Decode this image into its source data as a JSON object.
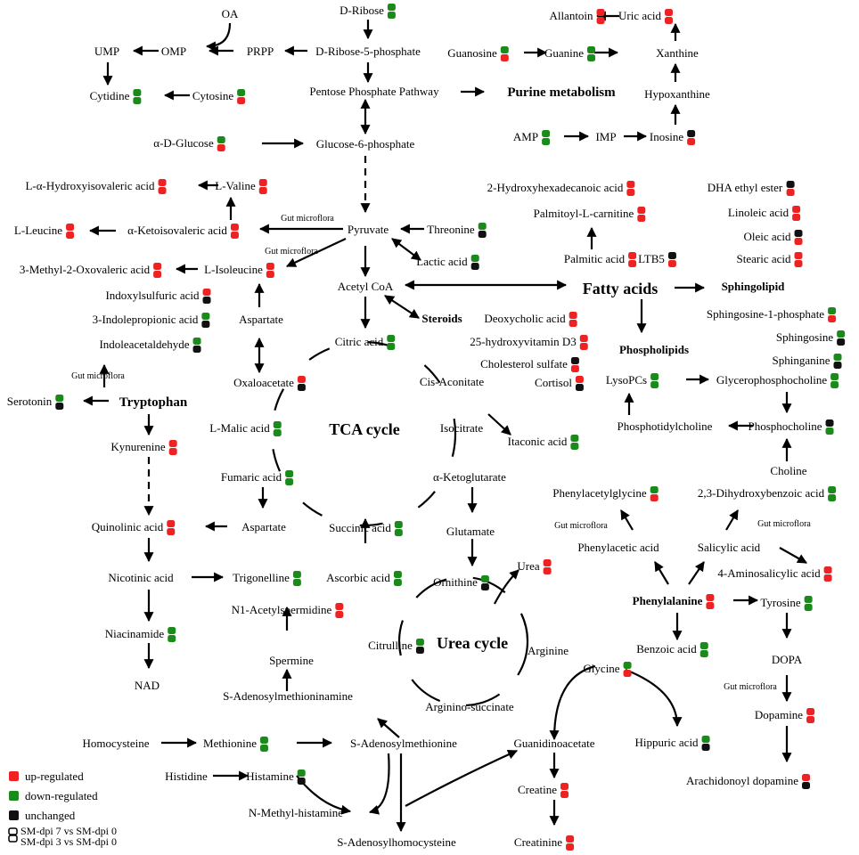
{
  "colors": {
    "up": "#ee2222",
    "down": "#1a8a1a",
    "unchanged": "#111111"
  },
  "metabolites": [
    {
      "id": "oa",
      "label": "OA"
    },
    {
      "id": "dribose",
      "label": "D-Ribose",
      "ind": [
        "down",
        "down"
      ]
    },
    {
      "id": "allantoin",
      "label": "Allantoin",
      "ind": [
        "up",
        "up"
      ]
    },
    {
      "id": "uricacid",
      "label": "Uric acid",
      "ind": [
        "up",
        "up"
      ]
    },
    {
      "id": "ump",
      "label": "UMP"
    },
    {
      "id": "omp",
      "label": "OMP"
    },
    {
      "id": "prpp",
      "label": "PRPP"
    },
    {
      "id": "dr5p",
      "label": "D-Ribose-5-phosphate"
    },
    {
      "id": "guanosine",
      "label": "Guanosine",
      "ind": [
        "down",
        "up"
      ]
    },
    {
      "id": "guanine",
      "label": "Guanine",
      "ind": [
        "down",
        "down"
      ]
    },
    {
      "id": "xanthine",
      "label": "Xanthine"
    },
    {
      "id": "cytidine",
      "label": "Cytidine",
      "ind": [
        "down",
        "down"
      ]
    },
    {
      "id": "cytosine",
      "label": "Cytosine",
      "ind": [
        "down",
        "up"
      ]
    },
    {
      "id": "ppp",
      "label": "Pentose Phosphate Pathway"
    },
    {
      "id": "hypoxanthine",
      "label": "Hypoxanthine"
    },
    {
      "id": "amp",
      "label": "AMP",
      "ind": [
        "down",
        "down"
      ]
    },
    {
      "id": "imp",
      "label": "IMP"
    },
    {
      "id": "inosine",
      "label": "Inosine",
      "ind": [
        "unchanged",
        "up"
      ]
    },
    {
      "id": "adglucose",
      "label": "α-D-Glucose",
      "ind": [
        "down",
        "up"
      ]
    },
    {
      "id": "g6p",
      "label": "Glucose-6-phosphate"
    },
    {
      "id": "lahiv",
      "label": "L-α-Hydroxyisovaleric acid",
      "ind": [
        "up",
        "up"
      ]
    },
    {
      "id": "lvaline",
      "label": "L-Valine",
      "ind": [
        "up",
        "up"
      ]
    },
    {
      "id": "hhda",
      "label": "2-Hydroxyhexadecanoic acid",
      "ind": [
        "up",
        "up"
      ]
    },
    {
      "id": "dha",
      "label": "DHA ethyl ester",
      "ind": [
        "unchanged",
        "up"
      ]
    },
    {
      "id": "palcarn",
      "label": "Palmitoyl-L-carnitine",
      "ind": [
        "up",
        "up"
      ]
    },
    {
      "id": "linoleic",
      "label": "Linoleic acid",
      "ind": [
        "up",
        "up"
      ]
    },
    {
      "id": "lleucine",
      "label": "L-Leucine",
      "ind": [
        "up",
        "up"
      ]
    },
    {
      "id": "akiv",
      "label": "α-Ketoisovaleric acid",
      "ind": [
        "up",
        "up"
      ]
    },
    {
      "id": "pyruvate",
      "label": "Pyruvate"
    },
    {
      "id": "threonine",
      "label": "Threonine",
      "ind": [
        "down",
        "unchanged"
      ]
    },
    {
      "id": "oleic",
      "label": "Oleic acid",
      "ind": [
        "unchanged",
        "up"
      ]
    },
    {
      "id": "mova",
      "label": "3-Methyl-2-Oxovaleric acid",
      "ind": [
        "up",
        "up"
      ]
    },
    {
      "id": "lisoleucine",
      "label": "L-Isoleucine",
      "ind": [
        "up",
        "up"
      ]
    },
    {
      "id": "lactic",
      "label": "Lactic acid",
      "ind": [
        "down",
        "unchanged"
      ]
    },
    {
      "id": "palmitic",
      "label": "Palmitic acid",
      "ind": [
        "up",
        "up"
      ]
    },
    {
      "id": "ltb5",
      "label": "LTB5",
      "ind": [
        "unchanged",
        "up"
      ]
    },
    {
      "id": "stearic",
      "label": "Stearic acid",
      "ind": [
        "up",
        "up"
      ]
    },
    {
      "id": "indoxyl",
      "label": "Indoxylsulfuric acid",
      "ind": [
        "up",
        "unchanged"
      ]
    },
    {
      "id": "acetylcoa",
      "label": "Acetyl CoA"
    },
    {
      "id": "indoleprop",
      "label": "3-Indolepropionic acid",
      "ind": [
        "down",
        "unchanged"
      ]
    },
    {
      "id": "aspartate1",
      "label": "Aspartate"
    },
    {
      "id": "deoxycholic",
      "label": "Deoxycholic acid",
      "ind": [
        "up",
        "up"
      ]
    },
    {
      "id": "s1p",
      "label": "Sphingosine-1-phosphate",
      "ind": [
        "down",
        "up"
      ]
    },
    {
      "id": "indoleacet",
      "label": "Indoleacetaldehyde",
      "ind": [
        "down",
        "unchanged"
      ]
    },
    {
      "id": "citric",
      "label": "Citric acid",
      "ind": [
        "down",
        "down"
      ]
    },
    {
      "id": "vitd3",
      "label": "25-hydroxyvitamin D3",
      "ind": [
        "up",
        "up"
      ]
    },
    {
      "id": "sphingosine",
      "label": "Sphingosine",
      "ind": [
        "down",
        "unchanged"
      ]
    },
    {
      "id": "cholsulf",
      "label": "Cholesterol sulfate",
      "ind": [
        "unchanged",
        "up"
      ]
    },
    {
      "id": "sphinganine",
      "label": "Sphinganine",
      "ind": [
        "down",
        "unchanged"
      ]
    },
    {
      "id": "serotonin",
      "label": "Serotonin",
      "ind": [
        "down",
        "unchanged"
      ]
    },
    {
      "id": "oxaloacetate",
      "label": "Oxaloacetate",
      "ind": [
        "up",
        "unchanged"
      ]
    },
    {
      "id": "cisaconitate",
      "label": "Cis-Aconitate"
    },
    {
      "id": "cortisol",
      "label": "Cortisol",
      "ind": [
        "up",
        "unchanged"
      ]
    },
    {
      "id": "lysopcs",
      "label": "LysoPCs",
      "ind": [
        "down",
        "down"
      ]
    },
    {
      "id": "gpc",
      "label": "Glycerophosphocholine",
      "ind": [
        "down",
        "down"
      ]
    },
    {
      "id": "lmalic",
      "label": "L-Malic acid",
      "ind": [
        "down",
        "down"
      ]
    },
    {
      "id": "isocitrate",
      "label": "Isocitrate"
    },
    {
      "id": "itaconic",
      "label": "Itaconic acid",
      "ind": [
        "down",
        "down"
      ]
    },
    {
      "id": "kynurenine",
      "label": "Kynurenine",
      "ind": [
        "up",
        "up"
      ]
    },
    {
      "id": "ptdcho",
      "label": "Phosphotidylcholine"
    },
    {
      "id": "phosphocholine",
      "label": "Phosphocholine",
      "ind": [
        "unchanged",
        "down"
      ]
    },
    {
      "id": "choline",
      "label": "Choline"
    },
    {
      "id": "fumaric",
      "label": "Fumaric acid",
      "ind": [
        "down",
        "down"
      ]
    },
    {
      "id": "akg",
      "label": "α-Ketoglutarate"
    },
    {
      "id": "phenacgly",
      "label": "Phenylacetylglycine",
      "ind": [
        "down",
        "up"
      ]
    },
    {
      "id": "dhba",
      "label": "2,3-Dihydroxybenzoic acid",
      "ind": [
        "down",
        "down"
      ]
    },
    {
      "id": "quinolinic",
      "label": "Quinolinic acid",
      "ind": [
        "up",
        "up"
      ]
    },
    {
      "id": "aspartate2",
      "label": "Aspartate"
    },
    {
      "id": "succinic",
      "label": "Succinic acid",
      "ind": [
        "down",
        "down"
      ]
    },
    {
      "id": "glutamate",
      "label": "Glutamate"
    },
    {
      "id": "phenacetic",
      "label": "Phenylacetic acid"
    },
    {
      "id": "salicylic",
      "label": "Salicylic acid"
    },
    {
      "id": "urea",
      "label": "Urea",
      "ind": [
        "up",
        "up"
      ]
    },
    {
      "id": "nicotinic",
      "label": "Nicotinic acid"
    },
    {
      "id": "trigonelline",
      "label": "Trigonelline",
      "ind": [
        "down",
        "down"
      ]
    },
    {
      "id": "ascorbic",
      "label": "Ascorbic acid",
      "ind": [
        "down",
        "down"
      ]
    },
    {
      "id": "ornithine",
      "label": "Ornithine",
      "ind": [
        "down",
        "unchanged"
      ]
    },
    {
      "id": "aminosal",
      "label": "4-Aminosalicylic acid",
      "ind": [
        "up",
        "up"
      ]
    },
    {
      "id": "nacspd",
      "label": "N1-Acetylspermidine",
      "ind": [
        "up",
        "up"
      ]
    },
    {
      "id": "tyrosine",
      "label": "Tyrosine",
      "ind": [
        "down",
        "down"
      ]
    },
    {
      "id": "niacinamide",
      "label": "Niacinamide",
      "ind": [
        "down",
        "down"
      ]
    },
    {
      "id": "citrulline",
      "label": "Citrulline",
      "ind": [
        "down",
        "unchanged"
      ]
    },
    {
      "id": "arginine",
      "label": "Arginine"
    },
    {
      "id": "benzoic",
      "label": "Benzoic acid",
      "ind": [
        "down",
        "down"
      ]
    },
    {
      "id": "spermine",
      "label": "Spermine"
    },
    {
      "id": "glycine",
      "label": "Glycine",
      "ind": [
        "down",
        "up"
      ]
    },
    {
      "id": "dopa",
      "label": "DOPA"
    },
    {
      "id": "nad",
      "label": "NAD"
    },
    {
      "id": "samam",
      "label": "S-Adenosylmethioninamine"
    },
    {
      "id": "argsucc",
      "label": "Arginino-succinate"
    },
    {
      "id": "dopamine",
      "label": "Dopamine",
      "ind": [
        "up",
        "up"
      ]
    },
    {
      "id": "homocysteine",
      "label": "Homocysteine"
    },
    {
      "id": "methionine",
      "label": "Methionine",
      "ind": [
        "down",
        "down"
      ]
    },
    {
      "id": "sam",
      "label": "S-Adenosylmethionine"
    },
    {
      "id": "guanac",
      "label": "Guanidinoacetate"
    },
    {
      "id": "hippuric",
      "label": "Hippuric acid",
      "ind": [
        "down",
        "unchanged"
      ]
    },
    {
      "id": "histidine",
      "label": "Histidine"
    },
    {
      "id": "histamine",
      "label": "Histamine",
      "ind": [
        "down",
        "unchanged"
      ]
    },
    {
      "id": "aradop",
      "label": "Arachidonoyl dopamine",
      "ind": [
        "up",
        "unchanged"
      ]
    },
    {
      "id": "creatine",
      "label": "Creatine",
      "ind": [
        "up",
        "up"
      ]
    },
    {
      "id": "nmhist",
      "label": "N-Methyl-histamine"
    },
    {
      "id": "sah",
      "label": "S-Adenosylhomocysteine"
    },
    {
      "id": "creatinine",
      "label": "Creatinine",
      "ind": [
        "up",
        "up"
      ]
    }
  ],
  "bold_labels": [
    {
      "id": "purine",
      "label": "Purine metabolism"
    },
    {
      "id": "fattyacids",
      "label": "Fatty acids"
    },
    {
      "id": "sphingolipid",
      "label": "Sphingolipid"
    },
    {
      "id": "steroids",
      "label": "Steroids"
    },
    {
      "id": "phospholipids",
      "label": "Phospholipids"
    },
    {
      "id": "tryptophan",
      "label": "Tryptophan"
    },
    {
      "id": "tca",
      "label": "TCA cycle"
    },
    {
      "id": "phenylalanine",
      "label": "Phenylalanine",
      "ind": [
        "up",
        "up"
      ]
    },
    {
      "id": "ureacycle",
      "label": "Urea cycle"
    }
  ],
  "annotations": [
    {
      "id": "gm1",
      "label": "Gut microflora"
    },
    {
      "id": "gm2",
      "label": "Gut microflora"
    },
    {
      "id": "gm3",
      "label": "Gut microflora"
    },
    {
      "id": "gm4",
      "label": "Gut microflora"
    },
    {
      "id": "gm5",
      "label": "Gut microflora"
    },
    {
      "id": "gm6",
      "label": "Gut microflora"
    }
  ],
  "legend": {
    "items": [
      {
        "label": "up-regulated",
        "color": "#ee2222"
      },
      {
        "label": "down-regulated",
        "color": "#1a8a1a"
      },
      {
        "label": "unchanged",
        "color": "#111111"
      }
    ],
    "comparisons": [
      "SM-dpi 7 vs SM-dpi 0",
      "SM-dpi 3 vs SM-dpi 0"
    ]
  }
}
